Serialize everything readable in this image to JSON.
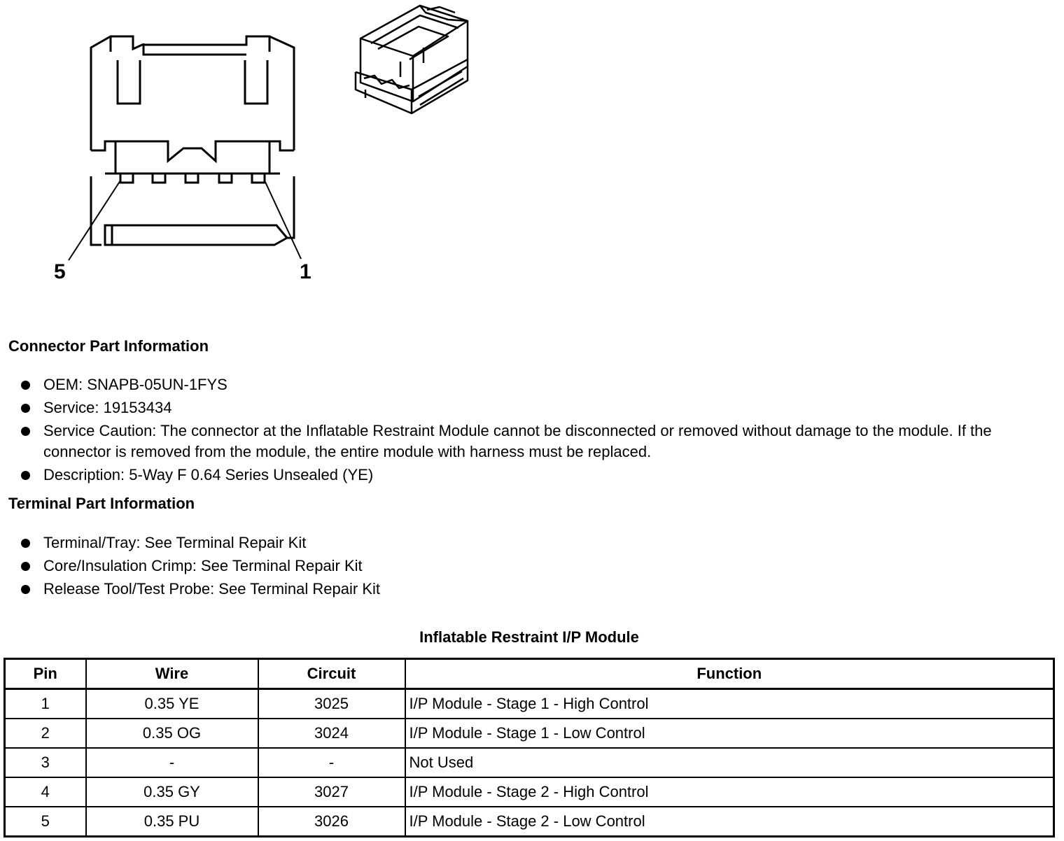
{
  "diagram": {
    "pin_left_label": "5",
    "pin_right_label": "1"
  },
  "connector_section": {
    "heading": "Connector Part Information",
    "items": [
      "OEM: SNAPB-05UN-1FYS",
      "Service: 19153434",
      "Service Caution: The connector at the Inflatable Restraint Module cannot be disconnected or removed without damage to the module. If the connector is removed from the module, the entire module with harness must be replaced.",
      "Description: 5-Way F 0.64 Series Unsealed (YE)"
    ]
  },
  "terminal_section": {
    "heading": "Terminal Part Information",
    "items": [
      "Terminal/Tray: See Terminal Repair Kit",
      "Core/Insulation Crimp: See Terminal Repair Kit",
      "Release Tool/Test Probe: See Terminal Repair Kit"
    ]
  },
  "table": {
    "title": "Inflatable Restraint I/P Module",
    "headers": [
      "Pin",
      "Wire",
      "Circuit",
      "Function"
    ],
    "rows": [
      [
        "1",
        "0.35 YE",
        "3025",
        "I/P Module - Stage 1 - High Control"
      ],
      [
        "2",
        "0.35 OG",
        "3024",
        "I/P Module - Stage 1 - Low Control"
      ],
      [
        "3",
        "-",
        "-",
        "Not Used"
      ],
      [
        "4",
        "0.35 GY",
        "3027",
        "I/P Module - Stage 2 - High Control"
      ],
      [
        "5",
        "0.35 PU",
        "3026",
        "I/P Module - Stage 2 - Low Control"
      ]
    ]
  }
}
